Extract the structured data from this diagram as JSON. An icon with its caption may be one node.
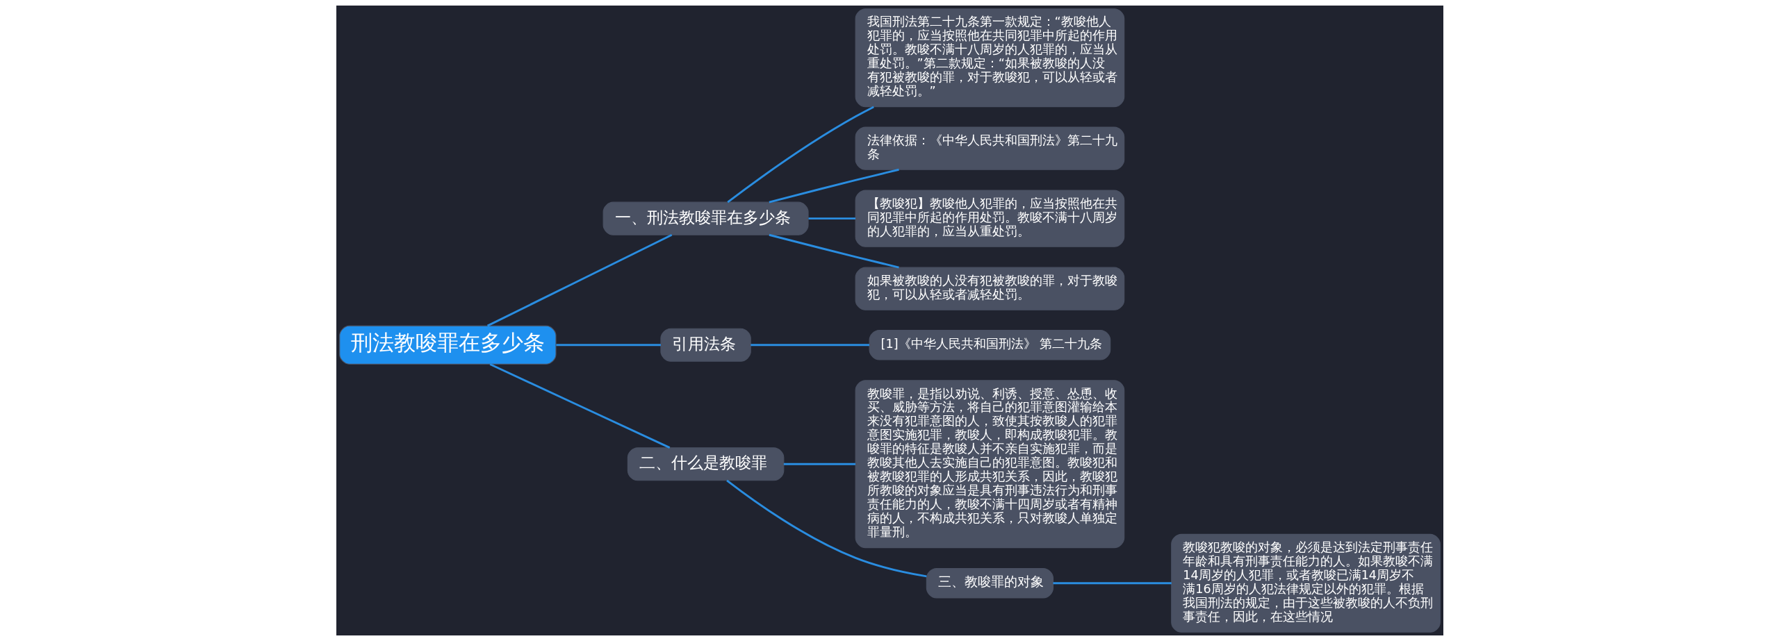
{
  "diagram": {
    "nodes": [
      {
        "text": [
          "刑法教唆罪在多少条"
        ]
      },
      {
        "text": [
          "一、刑法教唆罪在多少条"
        ]
      },
      {
        "text": [
          "我国刑法第二十九条第一款规定：“教唆他人犯罪的，应当按照他在共同犯罪中所起的作用处罚。教唆不满十八周岁的人犯罪的，应当从重处罚。”第二款规定：“如果被教唆的人没有犯被教唆的罪，对于教唆犯，可以从轻或者减轻处罚。”"
        ]
      },
      {
        "text": [
          "法律依据：《中华人民共和国刑法》第二十九条"
        ]
      },
      {
        "text": [
          "【教唆犯】教唆他人犯罪的，应当按照他在共同犯罪中所起的作用处罚。教唆不满十八周岁的人犯罪的，应当从重处罚。"
        ]
      },
      {
        "text": [
          "如果被教唆的人没有犯被教唆的罪，对于教唆犯，可以从轻或者减轻处罚。"
        ]
      },
      {
        "text": [
          "引用法条"
        ]
      },
      {
        "text": [
          "[1]《中华人民共和国刑法》 第二十九条"
        ]
      },
      {
        "text": [
          "二、什么是教唆罪"
        ]
      },
      {
        "text": [
          "教唆罪，是指以劝说、利诱、授意、怂恿、收买、威胁等方法，将自己的犯罪意图灌输给本来没有犯罪意图的人，致使其按教唆人的犯罪意图实施犯罪，教唆人，即构成教唆犯罪。教唆罪的特征是教唆人并不亲自实施犯罪，而是教唆其他人去实施自己的犯罪意图。教唆犯和被教唆犯罪的人形成共犯关系，因此，教唆犯所教唆的对象应当是具有刑事违法行为和刑事责任能力的人，教唆不满十四周岁或者有精神病的人，不构成共犯关系，只对教唆人单独定罪量刑。"
        ]
      },
      {
        "text": [
          "三、教唆罪的对象"
        ]
      },
      {
        "text": [
          "教唆犯教唆的对象，必须是达到法定刑事责任年龄和具有刑事责任能力的人。如果教唆不满14周岁的人犯罪，或者教唆已满14周岁不满16周岁的人犯法律规定以外的犯罪。根据我国刑法的规定，由于这些被教唆的人不负刑事责任，因此，在这些情况"
        ]
      }
    ],
    "edges": [
      {
        "from": 0,
        "to": 1,
        "arrow": "none"
      },
      {
        "from": 1,
        "to": 2,
        "arrow": "none"
      },
      {
        "from": 1,
        "to": 3,
        "arrow": "none"
      },
      {
        "from": 1,
        "to": 4,
        "arrow": "none"
      },
      {
        "from": 1,
        "to": 5,
        "arrow": "none"
      },
      {
        "from": 0,
        "to": 6,
        "arrow": "none"
      },
      {
        "from": 6,
        "to": 7,
        "arrow": "none"
      },
      {
        "from": 0,
        "to": 8,
        "arrow": "none"
      },
      {
        "from": 8,
        "to": 9,
        "arrow": "none"
      },
      {
        "from": 8,
        "to": 10,
        "arrow": "none"
      },
      {
        "from": 10,
        "to": 11,
        "arrow": "none"
      }
    ]
  }
}
